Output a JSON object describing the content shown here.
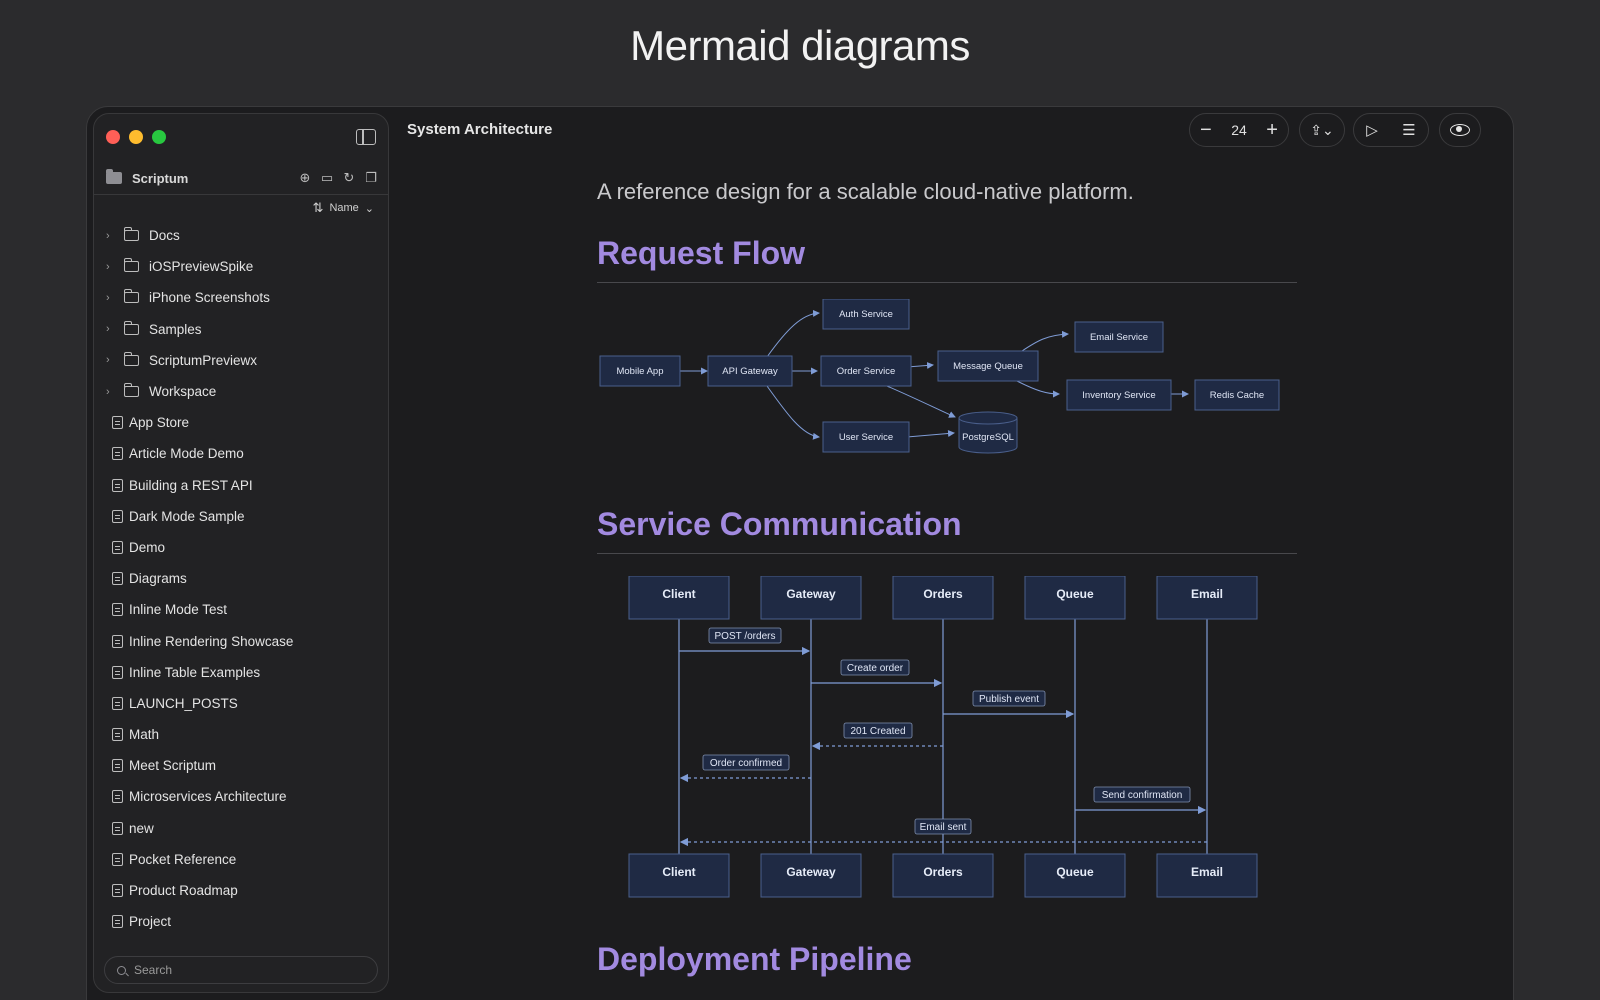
{
  "banner": {
    "title": "Mermaid diagrams"
  },
  "sidebar": {
    "project": "Scriptum",
    "sort_label": "Name",
    "tree": [
      {
        "type": "folder",
        "label": "Docs"
      },
      {
        "type": "folder",
        "label": "iOSPreviewSpike"
      },
      {
        "type": "folder",
        "label": "iPhone Screenshots"
      },
      {
        "type": "folder",
        "label": "Samples"
      },
      {
        "type": "folder",
        "label": "ScriptumPreviewx"
      },
      {
        "type": "folder",
        "label": "Workspace"
      },
      {
        "type": "file",
        "label": "App Store"
      },
      {
        "type": "file",
        "label": "Article Mode Demo"
      },
      {
        "type": "file",
        "label": "Building a REST API"
      },
      {
        "type": "file",
        "label": "Dark Mode Sample"
      },
      {
        "type": "file",
        "label": "Demo"
      },
      {
        "type": "file",
        "label": "Diagrams"
      },
      {
        "type": "file",
        "label": "Inline Mode Test"
      },
      {
        "type": "file",
        "label": "Inline Rendering Showcase"
      },
      {
        "type": "file",
        "label": "Inline Table Examples"
      },
      {
        "type": "file",
        "label": "LAUNCH_POSTS"
      },
      {
        "type": "file",
        "label": "Math"
      },
      {
        "type": "file",
        "label": "Meet Scriptum"
      },
      {
        "type": "file",
        "label": "Microservices Architecture"
      },
      {
        "type": "file",
        "label": "new"
      },
      {
        "type": "file",
        "label": "Pocket Reference"
      },
      {
        "type": "file",
        "label": "Product Roadmap"
      },
      {
        "type": "file",
        "label": "Project"
      }
    ],
    "search_placeholder": "Search"
  },
  "toolbar": {
    "doc_title": "System Architecture",
    "zoom": "24",
    "zoom_out": "−",
    "zoom_in": "+"
  },
  "document": {
    "intro": "A reference design for a scalable cloud-native platform.",
    "headings": [
      "Request Flow",
      "Service Communication",
      "Deployment Pipeline"
    ],
    "flow": {
      "nodes": {
        "mobile": "Mobile App",
        "gateway": "API Gateway",
        "auth": "Auth Service",
        "order": "Order Service",
        "user": "User Service",
        "queue": "Message Queue",
        "email": "Email Service",
        "inventory": "Inventory Service",
        "redis": "Redis Cache",
        "postgres": "PostgreSQL"
      }
    },
    "sequence": {
      "participants": [
        "Client",
        "Gateway",
        "Orders",
        "Queue",
        "Email"
      ],
      "messages": [
        "POST /orders",
        "Create order",
        "Publish event",
        "201 Created",
        "Order confirmed",
        "Send confirmation",
        "Email sent"
      ]
    }
  },
  "colors": {
    "heading": "#a28ae0",
    "node_fill": "#1f2a44",
    "node_stroke": "#4a5f8c",
    "edge": "#7f9cd6"
  }
}
